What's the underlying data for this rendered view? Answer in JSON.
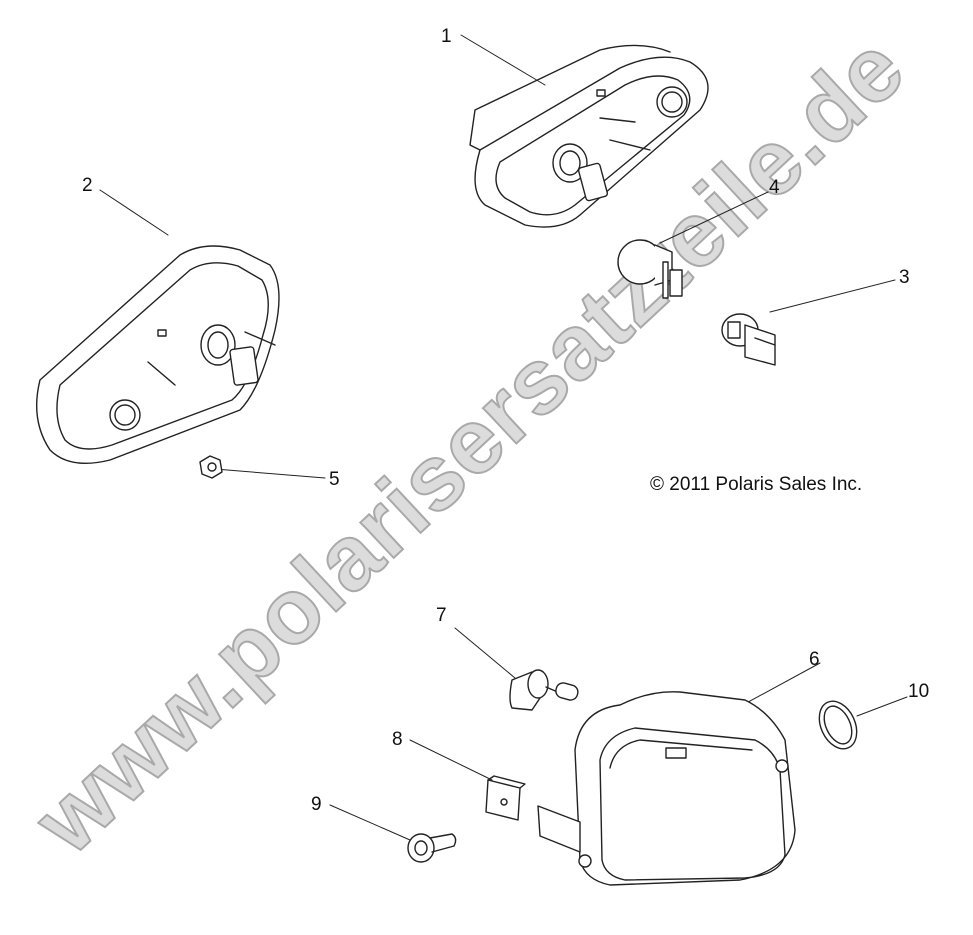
{
  "diagram": {
    "type": "exploded parts diagram",
    "copyright": "© 2011 Polaris Sales Inc.",
    "watermark": "www.polarisersatzteile.de",
    "colors": {
      "line": "#111111",
      "watermark_fill": "#dcdcdc",
      "watermark_stroke": "#a9a9a9",
      "background": "#ffffff"
    },
    "callouts": [
      {
        "number": "1",
        "part": "tail-light-assembly-right"
      },
      {
        "number": "2",
        "part": "tail-light-assembly-left"
      },
      {
        "number": "3",
        "part": "bulb-socket"
      },
      {
        "number": "4",
        "part": "tail-light-bulb"
      },
      {
        "number": "5",
        "part": "nut"
      },
      {
        "number": "6",
        "part": "headlight-assembly"
      },
      {
        "number": "7",
        "part": "headlight-bulb"
      },
      {
        "number": "8",
        "part": "clip-nut"
      },
      {
        "number": "9",
        "part": "screw"
      },
      {
        "number": "10",
        "part": "seal-ring"
      }
    ]
  }
}
